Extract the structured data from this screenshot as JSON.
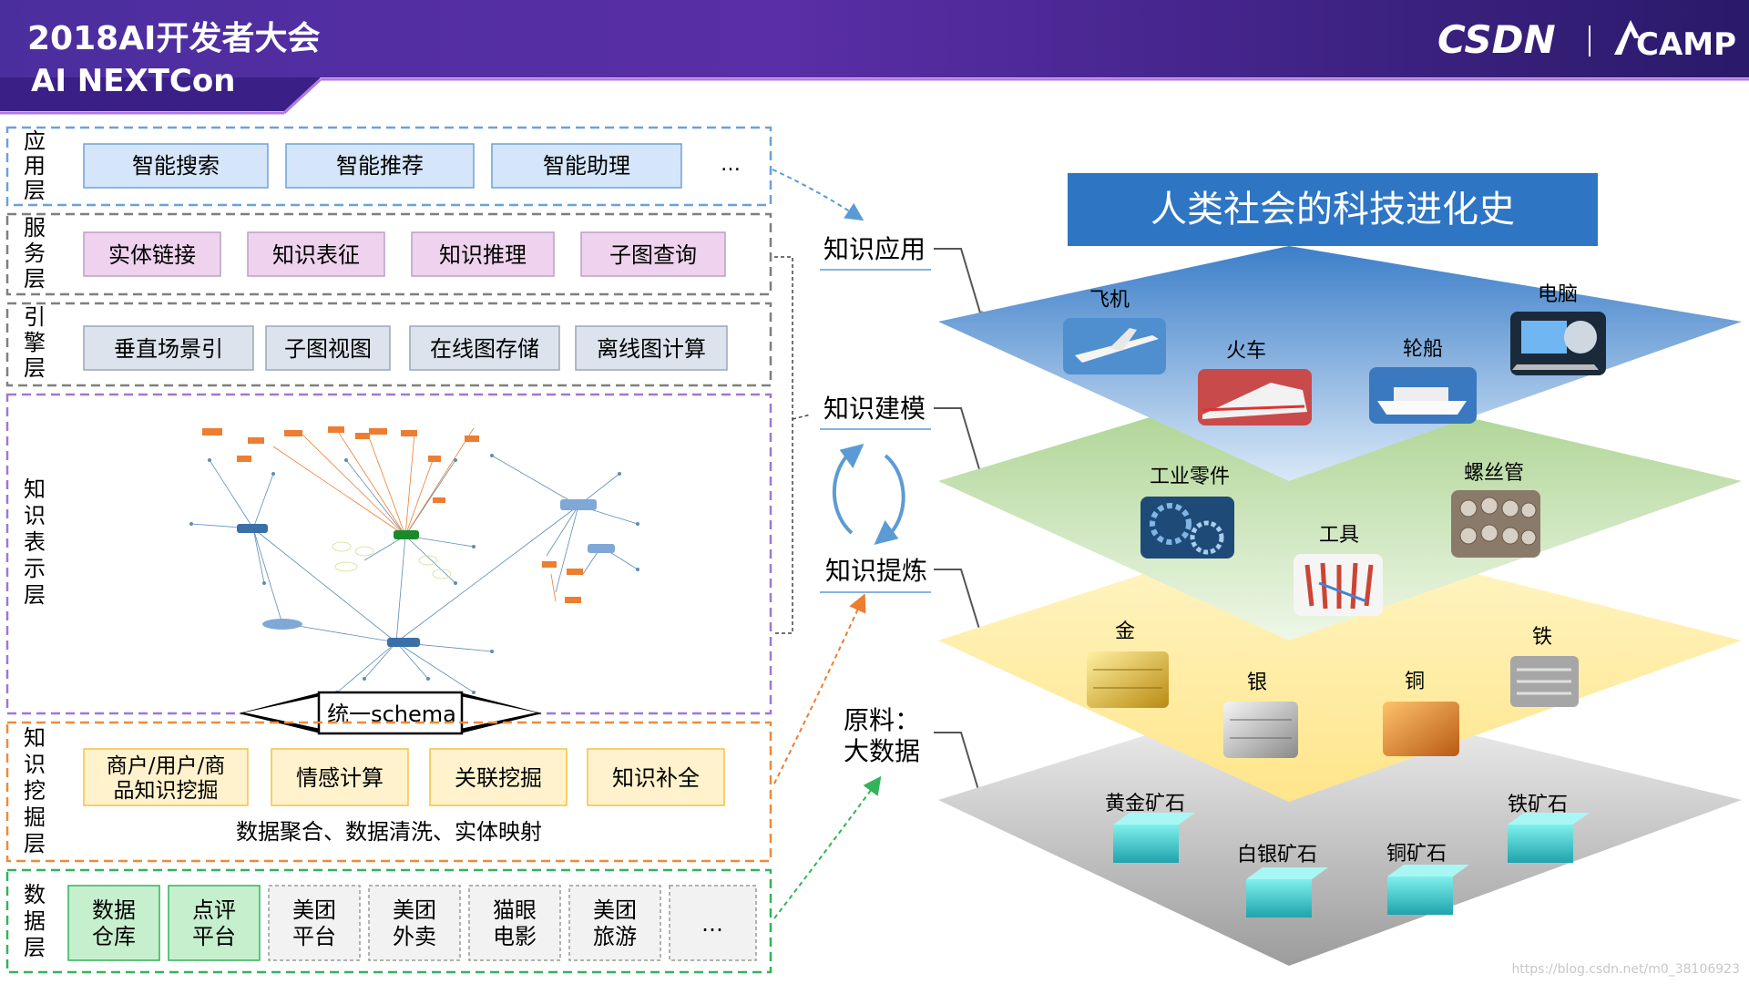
{
  "header": {
    "title_line1": "2018AI开发者大会",
    "title_line2": "AI NEXTCon",
    "logo_csdn": "CSDN",
    "logo_camp": "CAMP"
  },
  "colors": {
    "header_purple": "#3a2080",
    "app_box": "#d6e6fa",
    "service_box": "#efd3ee",
    "engine_box": "#dde3ec",
    "mining_box": "#fff2cc",
    "data_box": "#c6efce",
    "app_border": "#6fa0d8",
    "service_border": "#7f7f7f",
    "repr_border": "#9d78d6",
    "mining_border": "#ee8b3a",
    "data_border": "#33b35a",
    "title_band": "#2e75c4"
  },
  "layers": [
    {
      "label": "应用层",
      "items": [
        "智能搜索",
        "智能推荐",
        "智能助理",
        "…"
      ]
    },
    {
      "label": "服务层",
      "items": [
        "实体链接",
        "知识表征",
        "知识推理",
        "子图查询"
      ]
    },
    {
      "label": "引擎层",
      "items": [
        "垂直场景引",
        "子图视图",
        "在线图存储",
        "离线图计算"
      ]
    },
    {
      "label": "知识表示层",
      "schema": "统一schema"
    },
    {
      "label": "知识挖掘层",
      "items": [
        "商户/用户/商品知识挖掘",
        "情感计算",
        "关联挖掘",
        "知识补全"
      ],
      "note": "数据聚合、数据清洗、实体映射"
    },
    {
      "label": "数据层",
      "items": [
        "数据仓库",
        "点评平台",
        "美团平台",
        "美团外卖",
        "猫眼电影",
        "美团旅游",
        "…"
      ]
    }
  ],
  "middle": {
    "labels": [
      "知识应用",
      "知识建模",
      "知识提炼",
      "原料：大数据"
    ]
  },
  "pyramid": {
    "title": "人类社会的科技进化史",
    "levels": [
      {
        "items": [
          "飞机",
          "火车",
          "轮船",
          "电脑"
        ],
        "color": "#6fa8dc"
      },
      {
        "items": [
          "工业零件",
          "工具",
          "螺丝管"
        ],
        "color": "#b6d7a8"
      },
      {
        "items": [
          "金",
          "银",
          "铜",
          "铁"
        ],
        "color": "#ffe599"
      },
      {
        "items": [
          "黄金矿石",
          "白银矿石",
          "铜矿石",
          "铁矿石"
        ],
        "color": "#b7b7b7"
      }
    ]
  },
  "watermark": "https://blog.csdn.net/m0_38106923"
}
